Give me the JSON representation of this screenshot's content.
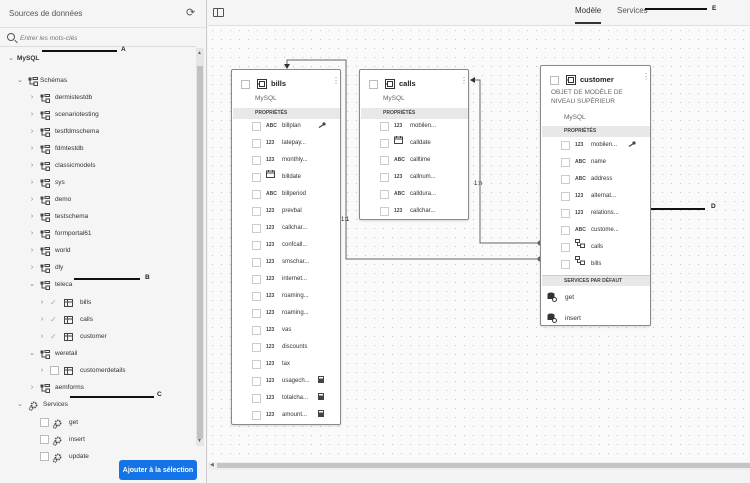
{
  "left_panel": {
    "title": "Sources de données",
    "search_placeholder": "Entrer les mots-clés",
    "add_button": "Ajouter à la sélection",
    "mysql_label": "MySQL",
    "schemas_label": "Schémas",
    "schemas": [
      "dermistestdb",
      "scenariotesting",
      "testfdmschema",
      "fdmtestdb",
      "classicmodels",
      "sys",
      "demo",
      "testschema",
      "formportal61",
      "world",
      "dly",
      "teleca"
    ],
    "teleca_tables": [
      "bills",
      "calls",
      "customer"
    ],
    "weretail_label": "weretail",
    "weretail_tables": [
      "customerdetails"
    ],
    "aemforms_label": "aemforms",
    "services_label": "Services",
    "services": [
      "get",
      "insert",
      "update"
    ]
  },
  "top_bar": {
    "tab_model": "Modèle",
    "tab_services": "Services"
  },
  "callouts": {
    "a": "A",
    "b": "B",
    "c": "C",
    "d": "D",
    "e": "E"
  },
  "relations": {
    "bills_calls": "1:1",
    "calls_customer": "1:n"
  },
  "cards": {
    "bills": {
      "title": "bills",
      "source": "MySQL",
      "section": "PROPRIÉTÉS",
      "props": [
        {
          "t": "ABC",
          "n": "billplan",
          "key": true
        },
        {
          "t": "123",
          "n": "latepay..."
        },
        {
          "t": "123",
          "n": "monthly..."
        },
        {
          "t": "cal",
          "n": "billdate"
        },
        {
          "t": "ABC",
          "n": "billperiod"
        },
        {
          "t": "123",
          "n": "prevbal"
        },
        {
          "t": "123",
          "n": "callchar..."
        },
        {
          "t": "123",
          "n": "confcall..."
        },
        {
          "t": "123",
          "n": "smschar..."
        },
        {
          "t": "123",
          "n": "internet..."
        },
        {
          "t": "123",
          "n": "roaming..."
        },
        {
          "t": "123",
          "n": "roaming..."
        },
        {
          "t": "123",
          "n": "vas"
        },
        {
          "t": "123",
          "n": "discounts"
        },
        {
          "t": "123",
          "n": "tax"
        },
        {
          "t": "123",
          "n": "usagech...",
          "calc": true
        },
        {
          "t": "123",
          "n": "totalcha...",
          "calc": true
        },
        {
          "t": "123",
          "n": "amount...",
          "calc": true
        }
      ]
    },
    "calls": {
      "title": "calls",
      "source": "MySQL",
      "section": "PROPRIÉTÉS",
      "props": [
        {
          "t": "123",
          "n": "mobilen..."
        },
        {
          "t": "cal",
          "n": "calldate"
        },
        {
          "t": "ABC",
          "n": "calltime"
        },
        {
          "t": "123",
          "n": "callnum..."
        },
        {
          "t": "ABC",
          "n": "calldura..."
        },
        {
          "t": "123",
          "n": "callchar..."
        }
      ]
    },
    "customer": {
      "title": "customer",
      "subtitle": "OBJET DE MODÈLE DE NIVEAU SUPÉRIEUR",
      "source": "MySQL",
      "section": "PROPRIÉTÉS",
      "props": [
        {
          "t": "123",
          "n": "mobilen...",
          "key": true
        },
        {
          "t": "ABC",
          "n": "name"
        },
        {
          "t": "ABC",
          "n": "address"
        },
        {
          "t": "123",
          "n": "alternat..."
        },
        {
          "t": "123",
          "n": "relations..."
        },
        {
          "t": "ABC",
          "n": "custome..."
        },
        {
          "t": "obj",
          "n": "calls"
        },
        {
          "t": "obj",
          "n": "bills"
        }
      ],
      "services_section": "SERVICES PAR DÉFAUT",
      "services": [
        "get",
        "insert"
      ]
    }
  },
  "colors": {
    "accent": "#1473e6"
  }
}
